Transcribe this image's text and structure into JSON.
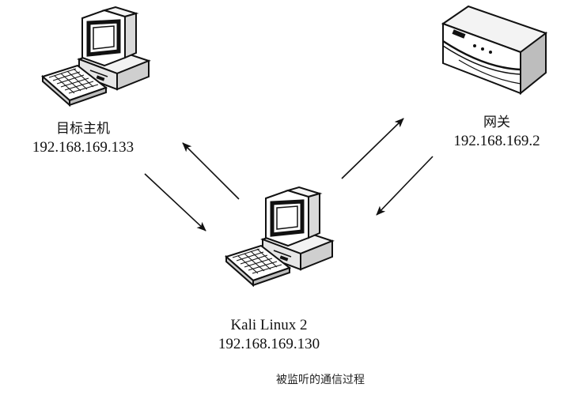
{
  "nodes": {
    "target": {
      "name": "目标主机",
      "ip": "192.168.169.133"
    },
    "gateway": {
      "name": "网关",
      "ip": "192.168.169.2"
    },
    "kali": {
      "name": "Kali Linux 2",
      "ip": "192.168.169.130"
    }
  },
  "caption": "被监听的通信过程"
}
